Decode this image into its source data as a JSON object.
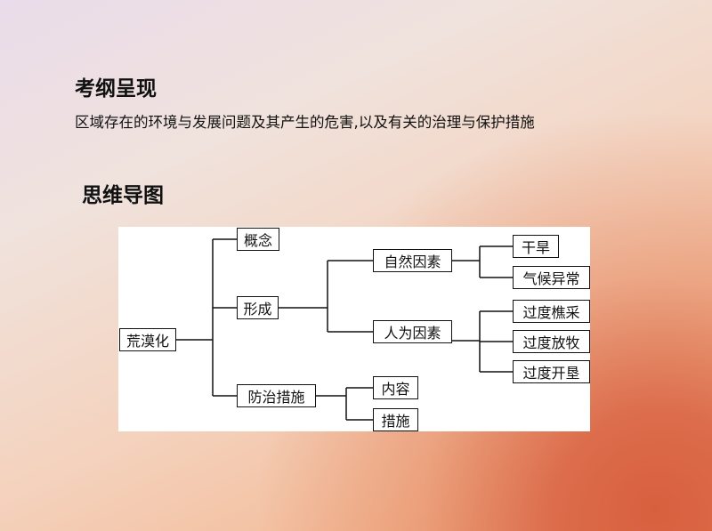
{
  "header": {
    "title": "考纲呈现",
    "subtitle": "区域存在的环境与发展问题及其产生的危害,以及有关的治理与保护措施"
  },
  "section": {
    "title": "思维导图"
  },
  "mindmap": {
    "root": "荒漠化",
    "concept": "概念",
    "formation": "形成",
    "natural": "自然因素",
    "drought": "干旱",
    "climate": "气候异常",
    "human": "人为因素",
    "logging": "过度樵采",
    "grazing": "过度放牧",
    "reclaim": "过度开垦",
    "prevention": "防治措施",
    "content": "内容",
    "measures": "措施"
  }
}
